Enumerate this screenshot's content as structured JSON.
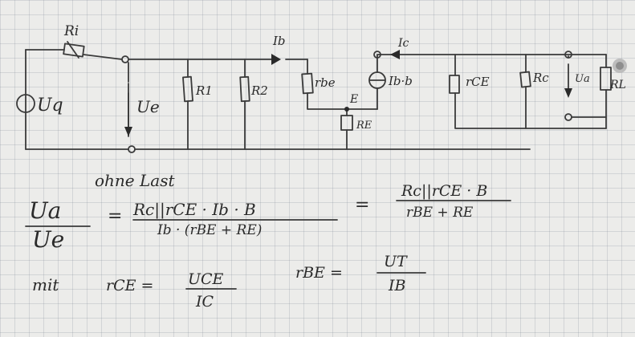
{
  "circuit": {
    "labels": {
      "ri": "Ri",
      "uq": "Uq",
      "ue": "Ue",
      "r1": "R1",
      "r2": "R2",
      "rbe": "rbe",
      "ib": "Ib",
      "e_node": "E",
      "re": "RE",
      "ic": "Ic",
      "source_ctrl": "Ib·b",
      "rce": "rCE",
      "rc": "Rc",
      "ua": "Ua",
      "rl": "RL"
    }
  },
  "notes": {
    "heading": "ohne Last",
    "gain_lhs_num": "Ua",
    "gain_lhs_den": "Ue",
    "eq1": "=",
    "frac1_num": "Rc||rCE · Ib · B",
    "frac1_den": "Ib · (rBE + RE)",
    "eq2": "=",
    "frac2_num": "Rc||rCE · B",
    "frac2_den": "rBE + RE",
    "mit": "mit",
    "rce_lhs": "rCE =",
    "rce_num": "UCE",
    "rce_den": "IC",
    "rbe_lhs": "rBE =",
    "rbe_num": "UT",
    "rbe_den": "IB"
  }
}
